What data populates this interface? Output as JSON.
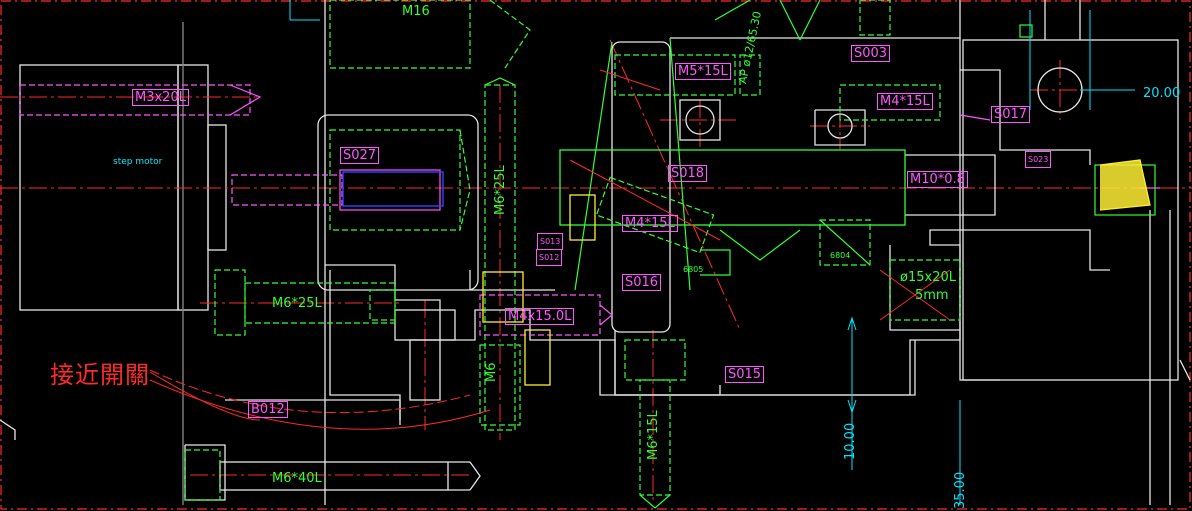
{
  "labels": {
    "m16": "M16",
    "m5x15l": "M5*15L",
    "ap_dim": "AP ø12/65.30",
    "s003": "S003",
    "m4x15l_top": "M4*15L",
    "s017": "S017",
    "dim_20": "20.00",
    "m3x20l": "M3x20L",
    "step_motor": "step motor",
    "s027": "S027",
    "m6x25l_vert": "M6*25L",
    "s018": "S018",
    "m10x08": "M10*0.8",
    "s023_small": "S023",
    "m4x15l_mid": "M4*15L",
    "s013": "S013",
    "s012_small": "S012",
    "s016": "S016",
    "bearing_left": "6805",
    "bearing_right": "6804",
    "m6x25l_horiz": "M6*25L",
    "m4x15_0l": "M4x15.0L",
    "phi15": "ø15x20L",
    "dim_5mm": "5mm",
    "proximity_switch": "接近開關",
    "m6_vert": "M6",
    "s015": "S015",
    "b012": "B012",
    "m6x15l": "M6*15L",
    "dim_10": "10.00",
    "m6x40l": "M6*40L",
    "dim_35": "35.00"
  },
  "colors": {
    "background": "#000000",
    "green": "#33ff33",
    "magenta": "#ff55ff",
    "red": "#ff2a2a",
    "cyan": "#00e5ff",
    "white": "#e6e6e6",
    "blue": "#3344ff",
    "yellow": "#ffee33",
    "gray": "#8a8a8a"
  }
}
